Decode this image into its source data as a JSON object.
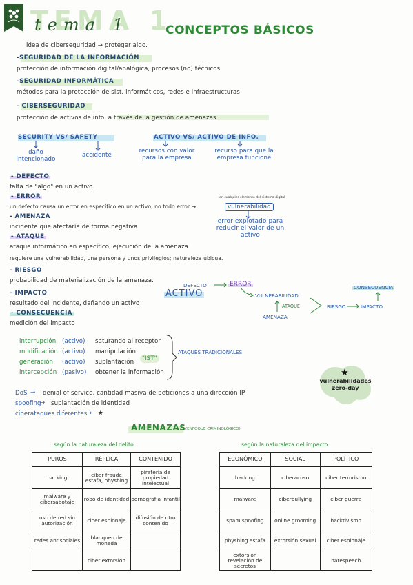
{
  "header": {
    "tema_watermark": "TEMA 1",
    "tema_script": "tema 1",
    "title": "CONCEPTOS BÁSICOS",
    "subtitle": "idea de ciberseguridad → proteger algo."
  },
  "definitions": [
    {
      "heading": "-SEGURIDAD DE LA INFORMACIÓN",
      "text": "protección de información digital/analógica, procesos (no) técnicos"
    },
    {
      "heading": "-SEGURIDAD INFORMÁTICA",
      "text": "métodos para la protección de sist. informáticos, redes e infraestructuras"
    },
    {
      "heading": "- CIBERSEGURIDAD",
      "text": "protección de activos de info. a través de la gestión de amenazas"
    }
  ],
  "comparisons": {
    "security_safety": {
      "title": "SECURITY VS/ SAFETY",
      "left": "daño intencionado",
      "right": "accidente"
    },
    "activo": {
      "title": "ACTIVO VS/ ACTIVO DE INFO.",
      "left": "recursos con valor para la empresa",
      "right": "recurso para que la empresa funcione"
    }
  },
  "concepts": [
    {
      "heading": "- DEFECTO",
      "text": "falta de \"algo\" en un activo."
    },
    {
      "heading": "- ERROR",
      "text": "un defecto causa un error en específico en un activo, no todo error →"
    },
    {
      "heading": "- AMENAZA",
      "text": "incidente que afectaría de forma negativa"
    },
    {
      "heading": "- ATAQUE",
      "text": "ataque informático en específico, ejecución de la amenaza",
      "text2": "requiere una vulnerabilidad, una persona y unos privilegios; naturaleza ubicua."
    },
    {
      "heading": "- RIESGO",
      "text": "probabilidad de materialización de la amenaza."
    },
    {
      "heading": "- IMPACTO",
      "text": "resultado del incidente, dañando un activo"
    },
    {
      "heading": "- CONSECUENCIA",
      "text": "medición del impacto"
    }
  ],
  "vulnerability_note": {
    "small": "en cualquier elemento del sistema digital",
    "word": "vulnerabilidad",
    "desc": "error explotado para reducir el valor de un activo"
  },
  "diagram": {
    "activo": "ACTIVO",
    "defecto": "DEFECTO",
    "error": "ERROR",
    "vulnerabilidad": "VULNERABILIDAD",
    "ataque": "ATAQUE",
    "amenaza": "AMENAZA",
    "riesgo": "RIESGO",
    "impacto": "IMPACTO",
    "consecuencia": "CONSECUENCIA"
  },
  "attacks": {
    "rows": [
      {
        "name": "interrupción",
        "type": "(activo)",
        "desc": "saturando al receptor"
      },
      {
        "name": "modificación",
        "type": "(activo)",
        "desc": "manipulación"
      },
      {
        "name": "generación",
        "type": "(activo)",
        "desc": "suplantación"
      },
      {
        "name": "intercepción",
        "type": "(pasivo)",
        "desc": "obtener la información"
      }
    ],
    "badge": "\"IST\"",
    "label": "ATAQUES TRADICIONALES"
  },
  "misc": [
    {
      "term": "DoS",
      "text": "denial of service, cantidad masiva de peticiones a una dirección IP"
    },
    {
      "term": "spoofing",
      "text": "suplantación de identidad"
    },
    {
      "term": "ciberataques diferentes",
      "text": "★"
    }
  ],
  "bubble": {
    "text": "vulnerabilidades zero-day"
  },
  "amenazas": {
    "title": "AMENAZAS",
    "subtitle": "(ENFOQUE CRIMINOLÓGICO)",
    "left_caption": "según la naturaleza del delito",
    "right_caption": "según la naturaleza del impacto",
    "left_headers": [
      "PUROS",
      "RÉPLICA",
      "CONTENIDO"
    ],
    "left_rows": [
      [
        "hacking",
        "ciber fraude estafa, physhing",
        "piratería de propiedad intelectual"
      ],
      [
        "malware y cibersabotaje",
        "robo de identidad",
        "pornografía infantil"
      ],
      [
        "uso de red sin autorización",
        "ciber espionaje",
        "difusión de otro contenido"
      ],
      [
        "redes antisociales",
        "blanqueo de moneda",
        ""
      ],
      [
        "",
        "ciber extorsión",
        ""
      ]
    ],
    "right_headers": [
      "ECONÓMICO",
      "SOCIAL",
      "POLÍTICO"
    ],
    "right_rows": [
      [
        "hacking",
        "ciberacoso",
        "ciber terrorismo"
      ],
      [
        "malware",
        "ciberbullying",
        "ciber guerra"
      ],
      [
        "spam spoofing",
        "online grooming",
        "hacktivismo"
      ],
      [
        "physhing estafa",
        "extorsión sexual",
        "ciber espionaje"
      ],
      [
        "extorsión revelación de secretos",
        "",
        "hatespeech"
      ]
    ]
  },
  "colors": {
    "green": "#2d8a3b",
    "blue": "#2c5aa8",
    "purple_highlight": "#e2d3f4",
    "green_highlight": "#c9e7b8",
    "badge": "#2a5a2c"
  }
}
